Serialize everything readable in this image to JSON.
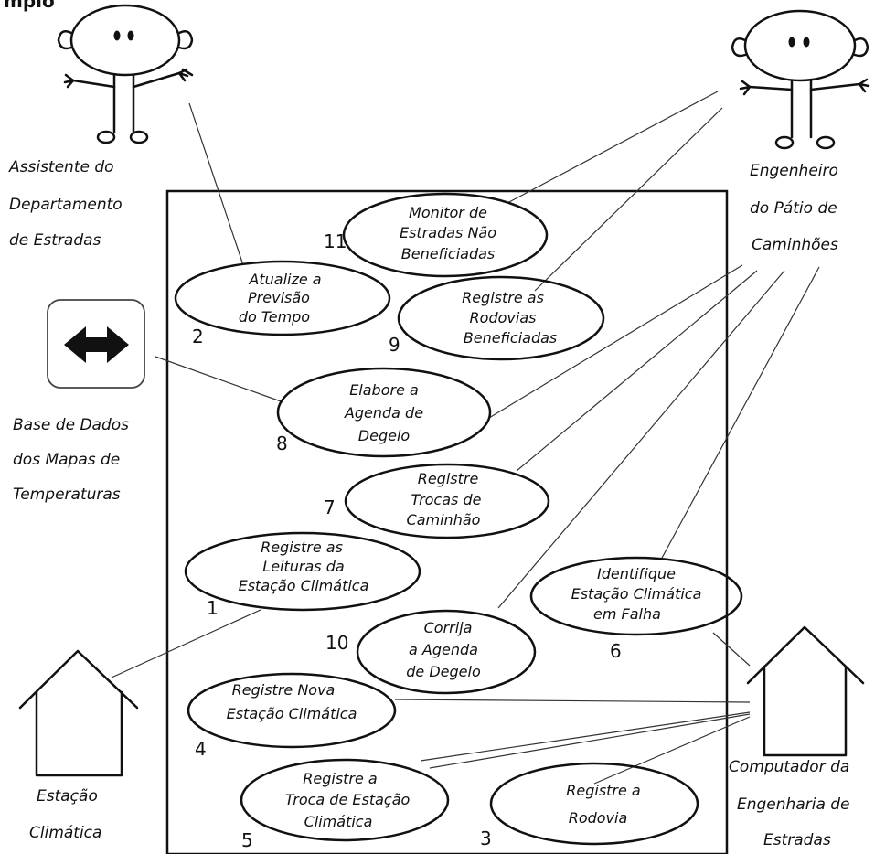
{
  "title_fragment": "mplo",
  "actors": {
    "assistant": [
      "Assistente do",
      "Departamento",
      "de Estradas"
    ],
    "engineer": [
      "Engenheiro",
      "do Pátio de",
      "Caminhões"
    ],
    "database": [
      "Base de Dados",
      "dos Mapas de",
      "Temperaturas"
    ],
    "weather_station": [
      "Estação",
      "Climática"
    ],
    "computer": [
      "Computador da",
      "Engenharia de",
      "Estradas"
    ]
  },
  "use_cases": {
    "uc11": {
      "lines": [
        "Monitor de",
        "Estradas Não",
        "Beneficiadas"
      ],
      "num": "11"
    },
    "uc2": {
      "lines": [
        "Atualize a",
        "Previsão",
        "do Tempo"
      ],
      "num": "2"
    },
    "uc9": {
      "lines": [
        "Registre as",
        "Rodovias",
        "Beneficiadas"
      ],
      "num": "9"
    },
    "uc8": {
      "lines": [
        "Elabore a",
        "Agenda de",
        "Degelo"
      ],
      "num": "8"
    },
    "uc7": {
      "lines": [
        "Registre",
        "Trocas de",
        "Caminhão"
      ],
      "num": "7"
    },
    "uc1": {
      "lines": [
        "Registre as",
        "Leituras da",
        "Estação Climática"
      ],
      "num": "1"
    },
    "uc6": {
      "lines": [
        "Identifique",
        "Estação Climática",
        "em Falha"
      ],
      "num": "6"
    },
    "uc10": {
      "lines": [
        "Corrija",
        "a Agenda",
        "de Degelo"
      ],
      "num": "10"
    },
    "uc4": {
      "lines": [
        "Registre Nova",
        "Estação Climática"
      ],
      "num": "4"
    },
    "uc5": {
      "lines": [
        "Registre a",
        "Troca de Estação",
        "Climática"
      ],
      "num": "5"
    },
    "uc3": {
      "lines": [
        "Registre a",
        "Rodovia"
      ],
      "num": "3"
    }
  },
  "database_icon": "double-arrow-icon"
}
